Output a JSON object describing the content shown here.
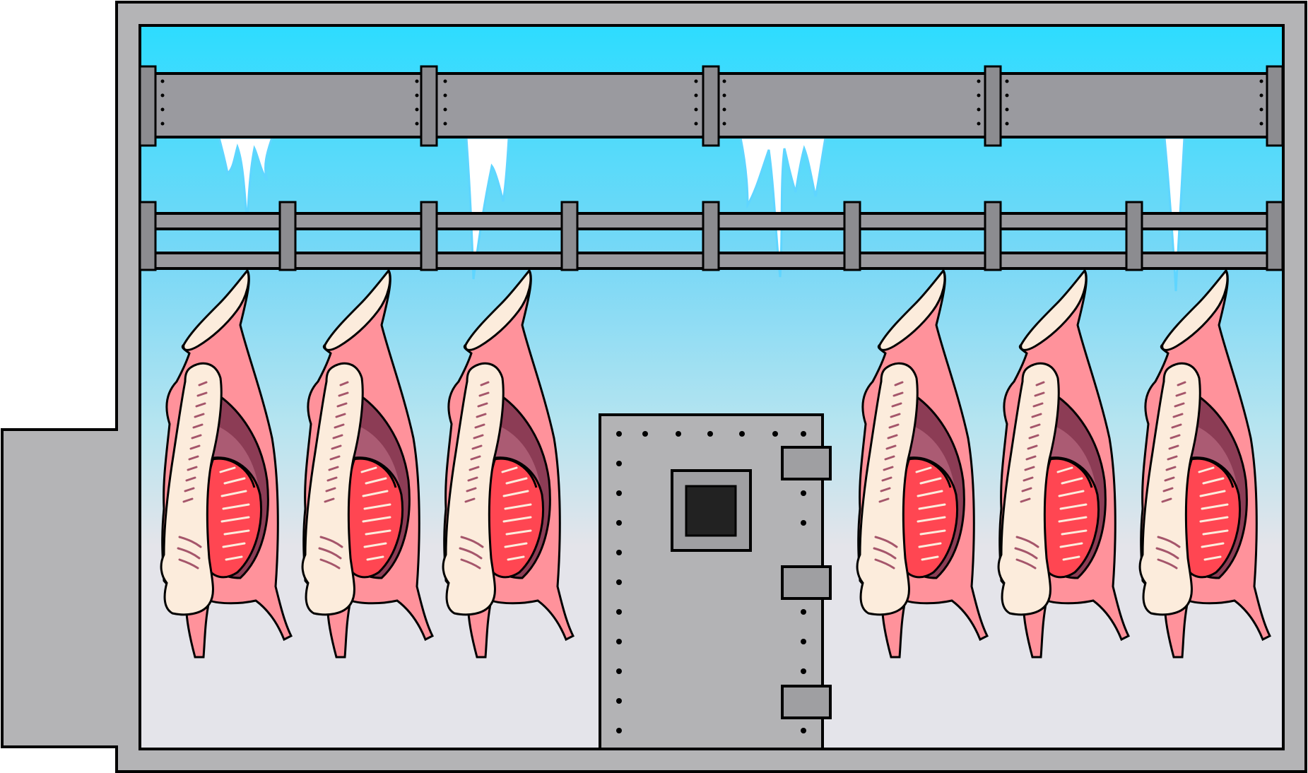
{
  "scene": {
    "subject": "cold-storage-room",
    "carcass_count": 6,
    "icicle_count": 4
  },
  "colors": {
    "frame": "#b4b4b6",
    "outline": "#000000",
    "ice_top": "#2ddcff",
    "ice_mid": "#a6e2f3",
    "floor": "#e4e4ea",
    "rail": "#9a9a9f",
    "bracket": "#8c8c90",
    "meat": "#ff929b",
    "fat": "#fcecdc",
    "lean": "#ff4652",
    "cavity": "#8c3c55",
    "cavity_light": "#ab5b73",
    "door": "#b3b3b5",
    "window_frame": "#9f9fa2",
    "window": "#222222",
    "icicle": "#ffffff",
    "icicle_edge": "#5fd5ff"
  },
  "icons": {
    "door": "door-icon",
    "carcass": "meat-carcass-icon",
    "icicle": "icicle-icon"
  }
}
